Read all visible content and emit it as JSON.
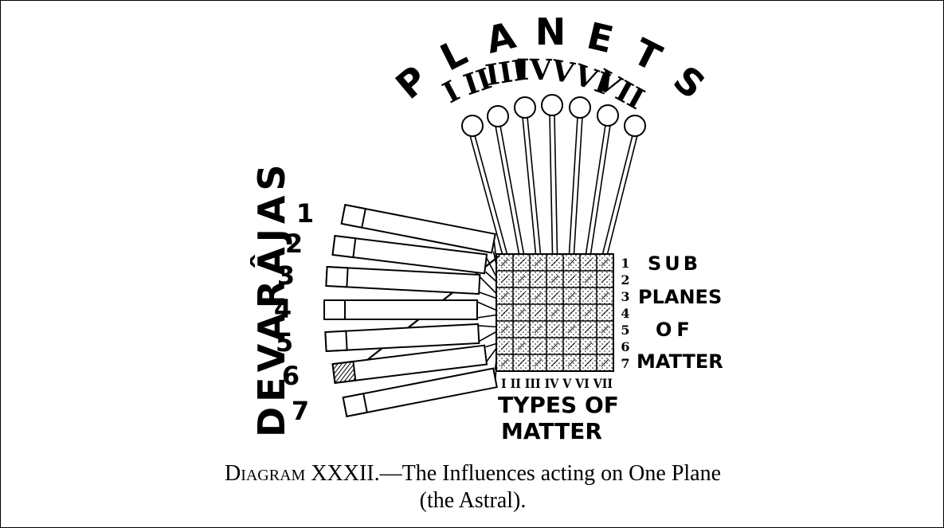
{
  "diagram": {
    "planets_title": "PLANETS",
    "planet_numerals": [
      "I",
      "II",
      "III",
      "IV",
      "V",
      "VI",
      "VII"
    ],
    "devarajas_title": "DEVARÂJAS",
    "devaraja_numbers": [
      "1",
      "2",
      "3",
      "4",
      "5",
      "6",
      "7"
    ],
    "subplane_numbers": [
      "1",
      "2",
      "3",
      "4",
      "5",
      "6",
      "7"
    ],
    "subplanes_label": [
      "SUB",
      "PLANES",
      "OF",
      "MATTER"
    ],
    "type_numerals": "I II III IV V VI VII",
    "types_label": [
      "TYPES OF",
      "MATTER"
    ],
    "highlighted_devaraja": 6
  },
  "caption": {
    "prefix": "Diagram",
    "line1": " XXXII.—The Influences acting on One Plane",
    "line2": "(the Astral)."
  },
  "colors": {
    "ink": "#000000",
    "paper": "#ffffff"
  }
}
